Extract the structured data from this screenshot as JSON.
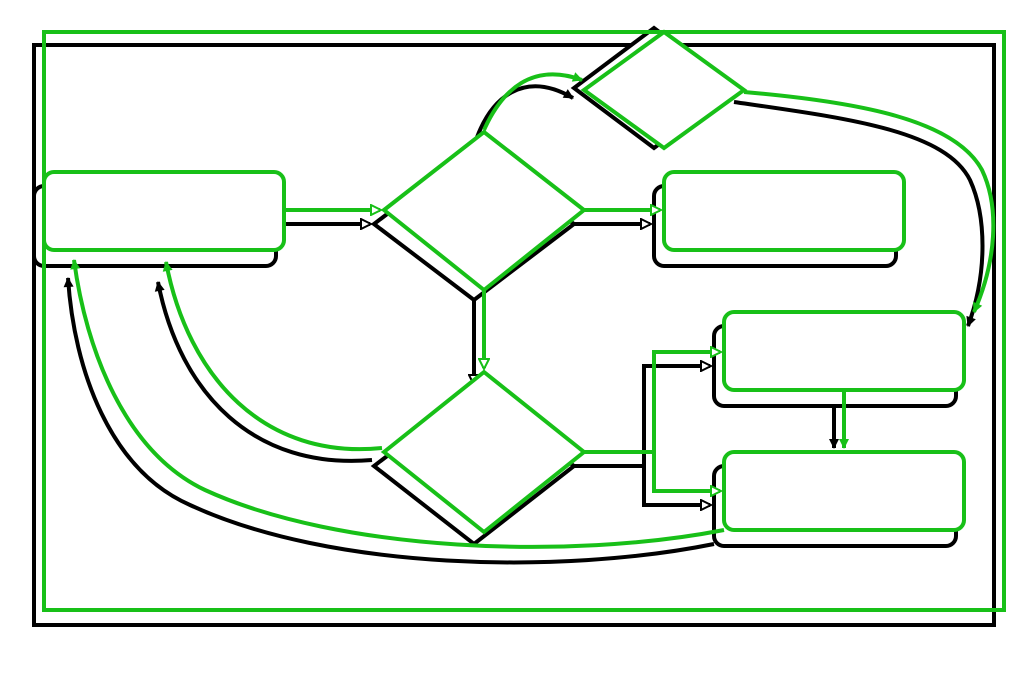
{
  "colors": {
    "background": "#ffffff",
    "shadow_stroke": "#000000",
    "primary_stroke": "#18c018",
    "fill": "#ffffff"
  },
  "diagram": {
    "layers": [
      "shadow",
      "primary"
    ],
    "nodes": [
      {
        "id": "left-box",
        "shape": "rounded-rectangle",
        "label": ""
      },
      {
        "id": "top-diamond",
        "shape": "diamond",
        "label": ""
      },
      {
        "id": "center-diamond",
        "shape": "diamond",
        "label": ""
      },
      {
        "id": "right-box",
        "shape": "rounded-rectangle",
        "label": ""
      },
      {
        "id": "bottom-diamond",
        "shape": "diamond",
        "label": ""
      },
      {
        "id": "lower-right-box-1",
        "shape": "rounded-rectangle",
        "label": ""
      },
      {
        "id": "lower-right-box-2",
        "shape": "rounded-rectangle",
        "label": ""
      }
    ],
    "edges": [
      {
        "from": "left-box",
        "to": "center-diamond",
        "arrow": "hollow-triangle"
      },
      {
        "from": "center-diamond",
        "to": "right-box",
        "arrow": "hollow-triangle"
      },
      {
        "from": "center-diamond",
        "to": "top-diamond",
        "arrow": "filled"
      },
      {
        "from": "top-diamond",
        "to": "lower-right-box-1",
        "arrow": "filled"
      },
      {
        "from": "center-diamond",
        "to": "bottom-diamond",
        "arrow": "hollow-triangle"
      },
      {
        "from": "bottom-diamond",
        "to": "lower-right-box-1",
        "arrow": "hollow-triangle"
      },
      {
        "from": "bottom-diamond",
        "to": "lower-right-box-2",
        "arrow": "hollow-triangle"
      },
      {
        "from": "lower-right-box-1",
        "to": "lower-right-box-2",
        "arrow": "filled"
      },
      {
        "from": "bottom-diamond",
        "to": "left-box",
        "arrow": "filled"
      },
      {
        "from": "lower-right-box-2",
        "to": "left-box",
        "arrow": "filled"
      }
    ]
  }
}
